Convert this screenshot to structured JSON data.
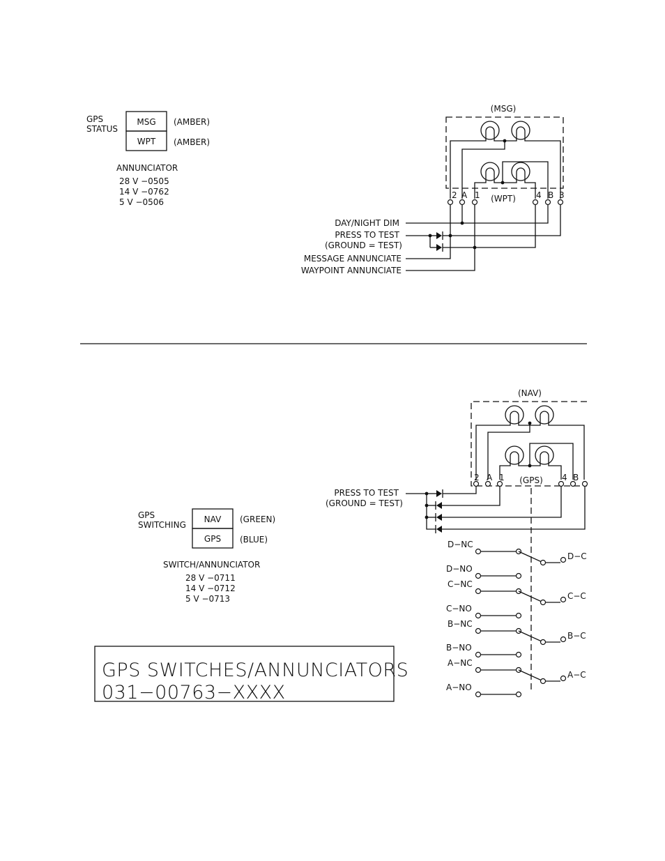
{
  "top": {
    "label_line1": "GPS",
    "label_line2": "STATUS",
    "button_top": "MSG",
    "button_bottom": "WPT",
    "color_top": "(AMBER)",
    "color_bottom": "(AMBER)",
    "part_heading": "ANNUNCIATOR",
    "parts": [
      "28  V  −0505",
      "14  V  −0762",
      "5  V    −0506"
    ],
    "lamp_group_top": "(MSG)",
    "lamp_group_bottom": "(WPT)",
    "terminals": [
      "2",
      "A",
      "1",
      "4",
      "B",
      "3"
    ],
    "signals": [
      "DAY/NIGHT  DIM",
      "PRESS  TO  TEST",
      "(GROUND  =  TEST)",
      "MESSAGE  ANNUNCIATE",
      "WAYPOINT  ANNUNCIATE"
    ]
  },
  "bottom": {
    "label_line1": "GPS",
    "label_line2": "SWITCHING",
    "button_top": "NAV",
    "button_bottom": "GPS",
    "color_top": "(GREEN)",
    "color_bottom": "(BLUE)",
    "part_heading": "SWITCH/ANNUNCIATOR",
    "parts": [
      "28  V  −0711",
      "14  V  −0712",
      "5  V    −0713"
    ],
    "lamp_group_top": "(NAV)",
    "lamp_group_bottom": "(GPS)",
    "terminals": [
      "2",
      "A",
      "1",
      "4",
      "B"
    ],
    "signals": [
      "PRESS  TO  TEST",
      "(GROUND  =  TEST)"
    ],
    "contacts": {
      "nc": [
        "D−NC",
        "C−NC",
        "B−NC",
        "A−NC"
      ],
      "no": [
        "D−NO",
        "C−NO",
        "B−NO",
        "A−NO"
      ],
      "common": [
        "D−C",
        "C−C",
        "B−C",
        "A−C"
      ]
    }
  },
  "title_block": {
    "line1": "GPS  SWITCHES/ANNUNCIATORS",
    "line2": "031−00763−XXXX"
  }
}
